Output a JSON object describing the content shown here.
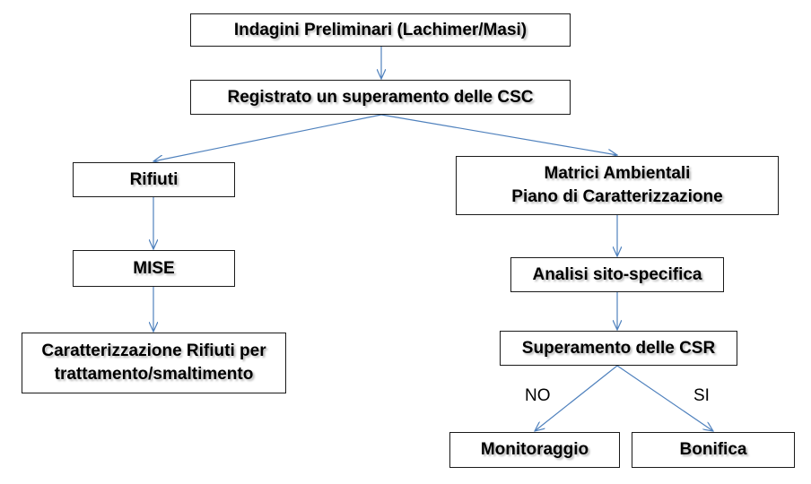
{
  "colors": {
    "connector": "#4f81bd",
    "border": "#1a1a1a",
    "text": "#000000"
  },
  "nodes": {
    "indagini": "Indagini Preliminari (Lachimer/Masi)",
    "registrato": "Registrato un superamento delle CSC",
    "rifiuti": "Rifiuti",
    "matrici_line1": "Matrici Ambientali",
    "matrici_line2": "Piano di Caratterizzazione",
    "mise": "MISE",
    "analisi": "Analisi sito-specifica",
    "caratterizzazione_line1": "Caratterizzazione Rifiuti per",
    "caratterizzazione_line2": "trattamento/smaltimento",
    "superamento": "Superamento delle CSR",
    "monitoraggio": "Monitoraggio",
    "bonifica": "Bonifica"
  },
  "edge_labels": {
    "no": "NO",
    "si": "SI"
  }
}
